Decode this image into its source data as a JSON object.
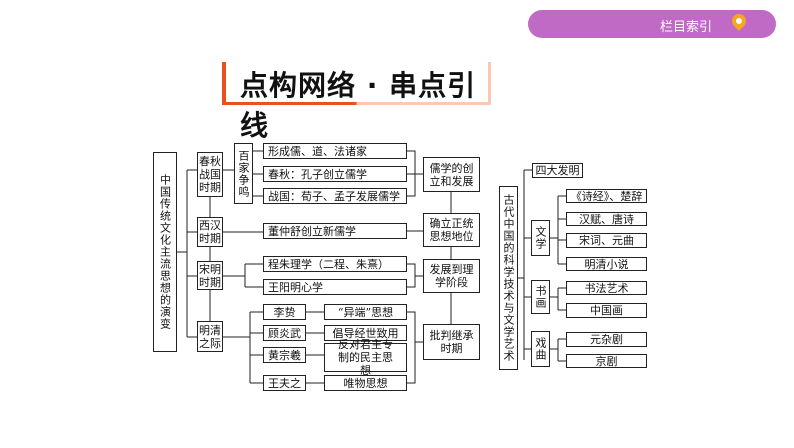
{
  "header": {
    "index_label": "栏目索引",
    "title": "点构网络 · 串点引线"
  },
  "left": {
    "root": "中国传统文化主流思想的演变",
    "periods": [
      "春秋战国时期",
      "西汉时期",
      "宋明时期",
      "明清之际"
    ],
    "baijia": "百家争鸣",
    "items": [
      "形成儒、道、法诸家",
      "春秋：孔子创立儒学",
      "战国：荀子、孟子发展儒学",
      "董仲舒创立新儒学",
      "程朱理学（二程、朱熹）",
      "王阳明心学"
    ],
    "people": [
      "李贽",
      "顾炎武",
      "黄宗羲",
      "王夫之"
    ],
    "thoughts": [
      "“异端”思想",
      "倡导经世致用",
      "反对君主专制的民主思想",
      "唯物思想"
    ],
    "stages": [
      "儒学的创立和发展",
      "确立正统思想地位",
      "发展到理学阶段",
      "批判继承时期"
    ]
  },
  "right": {
    "root": "古代中国的科学技术与文学艺术",
    "four": "四大发明",
    "groups": [
      "文学",
      "书画",
      "戏曲"
    ],
    "literature": [
      "《诗经》、楚辞",
      "汉赋、唐诗",
      "宋词、元曲",
      "明清小说"
    ],
    "painting": [
      "书法艺术",
      "中国画"
    ],
    "opera": [
      "元杂剧",
      "京剧"
    ]
  }
}
